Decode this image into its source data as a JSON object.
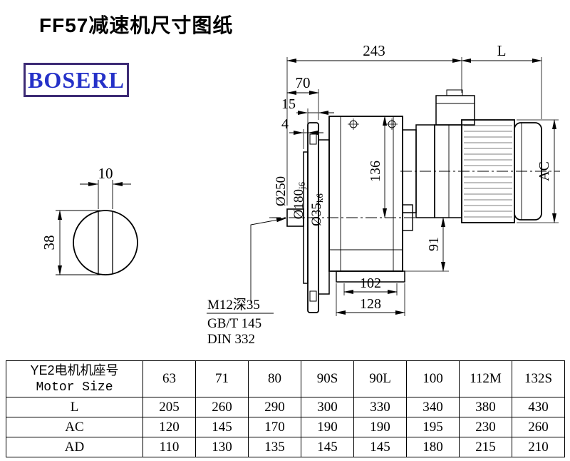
{
  "page": {
    "title": "FF57减速机尺寸图纸",
    "logo_text": "BOSERL"
  },
  "drawing": {
    "dim_243": "243",
    "dim_L": "L",
    "dim_70": "70",
    "dim_15": "15",
    "dim_4": "4",
    "dim_136": "136",
    "dim_91": "91",
    "dim_102": "102",
    "dim_128": "128",
    "dim_AC": "AC",
    "dim_10": "10",
    "dim_38": "38",
    "dia_250": "Ø250",
    "dia_180_main": "Ø180",
    "dia_180_tol": "j6",
    "dia_35_main": "Ø35",
    "dia_35_tol": "k6",
    "thread_note": "M12深35",
    "std_gb": "GB/T 145",
    "std_din": "DIN 332"
  },
  "table": {
    "header": {
      "line1": "YE2电机机座号",
      "line2": "Motor Size"
    },
    "motor_sizes": [
      "63",
      "71",
      "80",
      "90S",
      "90L",
      "100",
      "112M",
      "132S"
    ],
    "rows": [
      {
        "label": "L",
        "values": [
          "205",
          "260",
          "290",
          "300",
          "330",
          "340",
          "380",
          "430"
        ]
      },
      {
        "label": "AC",
        "values": [
          "120",
          "145",
          "170",
          "190",
          "190",
          "195",
          "230",
          "260"
        ]
      },
      {
        "label": "AD",
        "values": [
          "110",
          "130",
          "135",
          "145",
          "145",
          "180",
          "215",
          "210"
        ]
      }
    ]
  }
}
